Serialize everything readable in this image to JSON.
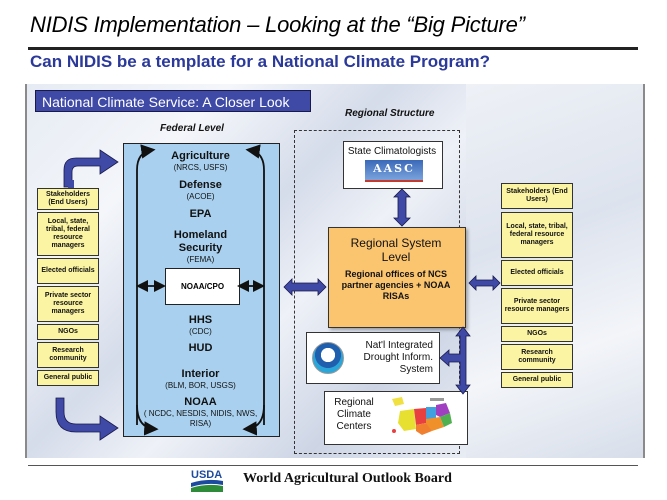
{
  "slide": {
    "title": "NIDIS Implementation – Looking at the “Big Picture”",
    "subtitle": "Can NIDIS be a template for a National Climate Program?"
  },
  "diagram": {
    "header": "National Climate Service: A Closer Look",
    "federal_level": {
      "label": "Federal Level",
      "agencies": [
        {
          "name": "Agriculture",
          "sub": "(NRCS, USFS)"
        },
        {
          "name": "Defense",
          "sub": "(ACOE)"
        },
        {
          "name": "EPA",
          "sub": ""
        },
        {
          "name": "Homeland Security",
          "sub": "(FEMA)"
        },
        {
          "name": "HHS",
          "sub": "(CDC)"
        },
        {
          "name": "HUD",
          "sub": ""
        },
        {
          "name": "Interior",
          "sub": "(BLM, BOR, USGS)"
        },
        {
          "name": "NOAA",
          "sub": "( NCDC, NESDIS, NIDIS, NWS, RISA)"
        }
      ],
      "center_box": "NOAA/CPO"
    },
    "regional_structure": {
      "label": "Regional Structure",
      "state_climatologists": "State Climatologists",
      "aasc_logo": "AASC",
      "regional_system_title": "Regional System Level",
      "regional_system_body": "Regional offices of NCS partner agencies + NOAA RISAs",
      "nidis": "Nat'l Integrated Drought Inform. System",
      "rcc": "Regional Climate Centers"
    },
    "stakeholders_left": [
      "Stakeholders (End Users)",
      "Local, state, tribal, federal resource managers",
      "Elected officials",
      "Private sector resource managers",
      "NGOs",
      "Research community",
      "General public"
    ],
    "stakeholders_right": [
      "Stakeholders (End Users)",
      "Local, state, tribal, federal resource managers",
      "Elected officials",
      "Private sector resource managers",
      "NGOs",
      "Research community",
      "General public"
    ]
  },
  "footer": {
    "logo": "USDA",
    "text": "World Agricultural Outlook Board"
  },
  "colors": {
    "subtitle": "#2b3a9a",
    "header_bg": "#3f4aa6",
    "federal_bg": "#a9d1ef",
    "regional_system_bg": "#fbc46f",
    "stakeholder_bg": "#fbf4a3",
    "arrow": "#3f4aa6"
  }
}
